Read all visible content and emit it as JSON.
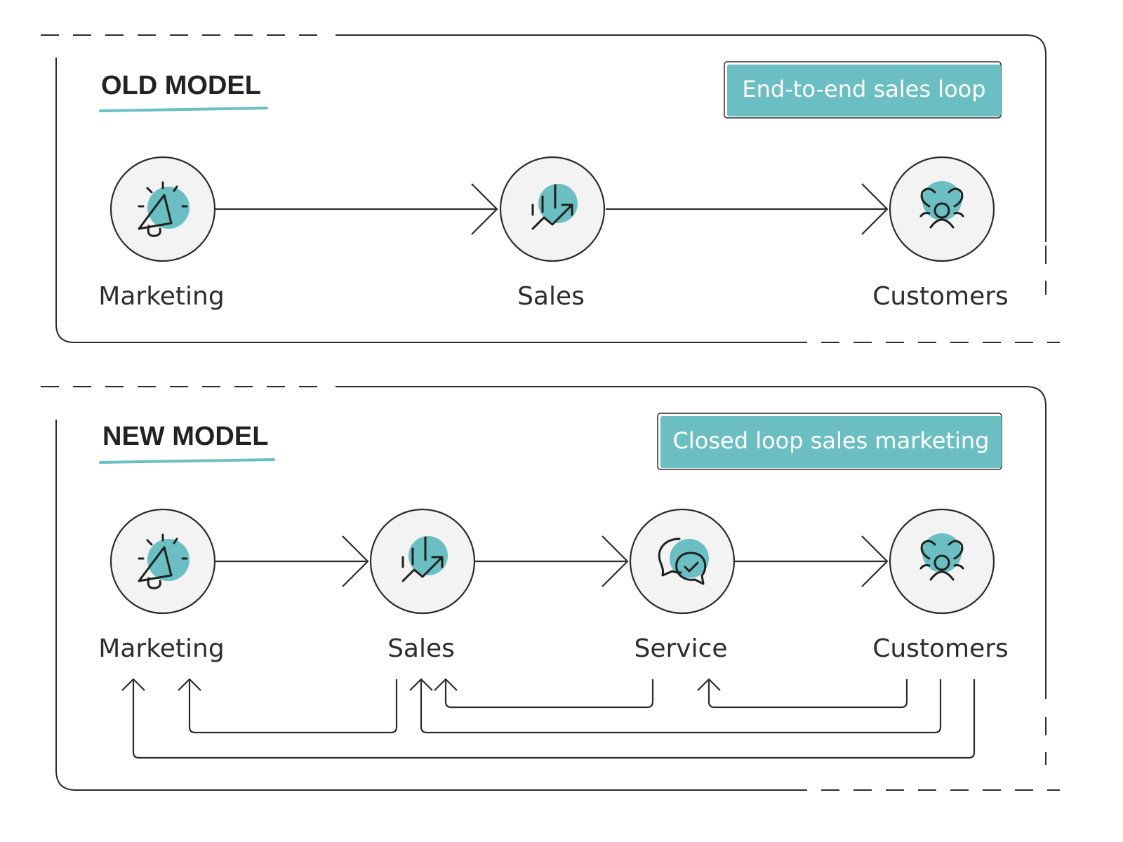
{
  "colors": {
    "accent": "#6bbfc2",
    "node_fill": "#f3f3f3",
    "line": "#2b2b2b",
    "text": "#2d2d2d"
  },
  "old_model": {
    "title": "OLD MODEL",
    "badge": "End-to-end sales loop",
    "nodes": [
      {
        "label": "Marketing",
        "icon": "megaphone-icon"
      },
      {
        "label": "Sales",
        "icon": "growth-chart-icon"
      },
      {
        "label": "Customers",
        "icon": "people-icon"
      }
    ]
  },
  "new_model": {
    "title": "NEW MODEL",
    "badge": "Closed loop sales marketing",
    "nodes": [
      {
        "label": "Marketing",
        "icon": "megaphone-icon"
      },
      {
        "label": "Sales",
        "icon": "growth-chart-icon"
      },
      {
        "label": "Service",
        "icon": "chat-check-icon"
      },
      {
        "label": "Customers",
        "icon": "people-icon"
      }
    ],
    "feedback_loops": [
      {
        "from": "Sales",
        "to": "Marketing"
      },
      {
        "from": "Service",
        "to": "Sales"
      },
      {
        "from": "Customers",
        "to": "Service"
      },
      {
        "from": "Customers",
        "to": "Sales"
      },
      {
        "from": "Customers",
        "to": "Marketing"
      }
    ]
  }
}
